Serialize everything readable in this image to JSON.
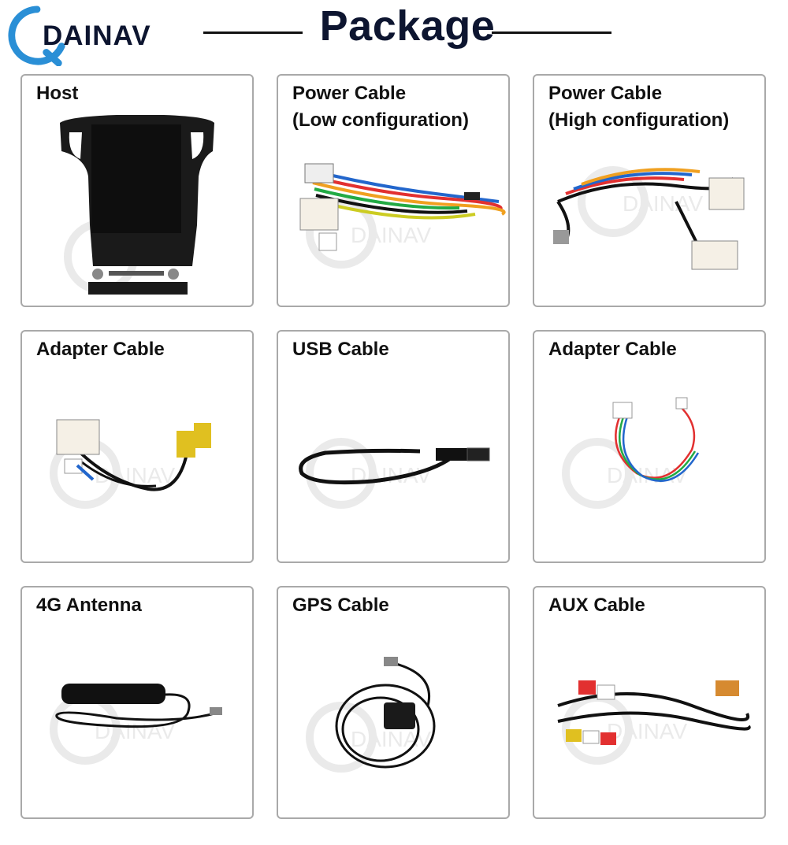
{
  "brand": {
    "name": "DAINAV"
  },
  "page": {
    "title": "Package"
  },
  "items": [
    {
      "label": "Host",
      "icon": "head-unit-icon"
    },
    {
      "label": "Power Cable\n(Low configuration)",
      "icon": "wire-harness-icon"
    },
    {
      "label": "Power Cable\n(High configuration)",
      "icon": "wire-harness-icon"
    },
    {
      "label": "Adapter Cable",
      "icon": "rca-adapter-icon"
    },
    {
      "label": "USB Cable",
      "icon": "usb-cable-icon"
    },
    {
      "label": "Adapter Cable",
      "icon": "thin-wire-adapter-icon"
    },
    {
      "label": "4G Antenna",
      "icon": "antenna-icon"
    },
    {
      "label": "GPS Cable",
      "icon": "gps-antenna-icon"
    },
    {
      "label": "AUX Cable",
      "icon": "aux-cable-icon"
    }
  ],
  "colors": {
    "accent": "#2a8fd6",
    "border": "#a9a9a9",
    "text": "#0d1530"
  }
}
